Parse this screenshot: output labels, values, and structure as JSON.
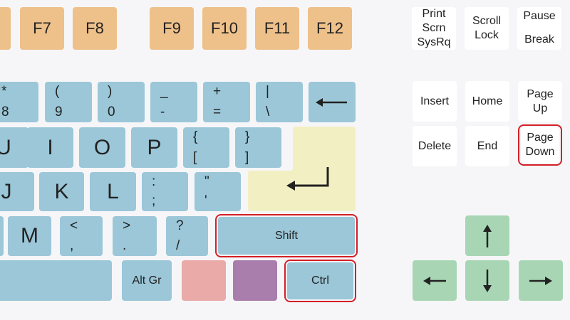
{
  "function_keys": {
    "f7": "F7",
    "f8": "F8",
    "f9": "F9",
    "f10": "F10",
    "f11": "F11",
    "f12": "F12"
  },
  "system_keys": {
    "print_screen": [
      "Print",
      "Scrn",
      "SysRq"
    ],
    "scroll_lock": [
      "Scroll",
      "Lock"
    ],
    "pause_break": [
      "Pause",
      "Break"
    ]
  },
  "navigation_keys": {
    "insert": "Insert",
    "home": "Home",
    "page_up": [
      "Page",
      "Up"
    ],
    "delete": "Delete",
    "end": "End",
    "page_down": [
      "Page",
      "Down"
    ]
  },
  "number_row": {
    "star": {
      "top": "*",
      "bottom": "8"
    },
    "paren_open": {
      "top": "(",
      "bottom": "9"
    },
    "paren_close": {
      "top": ")",
      "bottom": "0"
    },
    "minus": {
      "top": "_",
      "bottom": "-"
    },
    "equals": {
      "top": "+",
      "bottom": "="
    },
    "backslash": {
      "top": "|",
      "bottom": "\\"
    }
  },
  "top_row": {
    "u": "U",
    "i": "I",
    "o": "O",
    "p": "P",
    "bracket_open": {
      "top": "{",
      "bottom": "["
    },
    "bracket_close": {
      "top": "}",
      "bottom": "]"
    }
  },
  "home_row": {
    "j": "J",
    "k": "K",
    "l": "L",
    "semicolon": {
      "top": ":",
      "bottom": ";"
    },
    "quote": {
      "top": "\"",
      "bottom": "'"
    }
  },
  "bottom_row": {
    "m": "M",
    "comma": {
      "top": "<",
      "bottom": ","
    },
    "period": {
      "top": ">",
      "bottom": "."
    },
    "slash": {
      "top": "?",
      "bottom": "/"
    },
    "shift": "Shift"
  },
  "space_row": {
    "alt_gr": "Alt Gr",
    "ctrl": "Ctrl"
  },
  "icons": {
    "backspace": "backspace-arrow-icon",
    "enter": "enter-arrow-icon",
    "arrows": [
      "arrow-up-icon",
      "arrow-left-icon",
      "arrow-down-icon",
      "arrow-right-icon"
    ]
  },
  "colors": {
    "function": "#eec08a",
    "main": "#9bc7d8",
    "enter": "#f2efc3",
    "arrows": "#a8d6b4",
    "highlight": "#d41f26",
    "win_key": "#e9aaa8",
    "menu_key": "#a97eac"
  }
}
